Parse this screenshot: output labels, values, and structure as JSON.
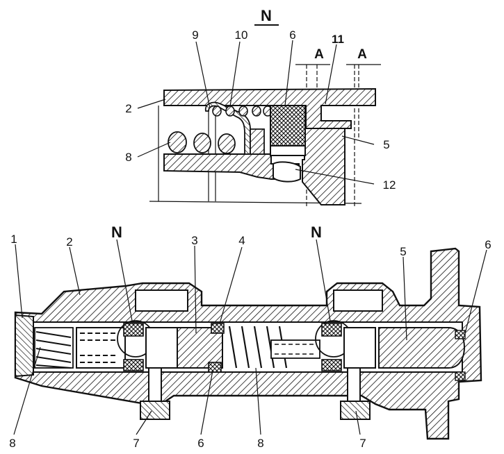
{
  "detail": {
    "title": "N",
    "section_mark_left": "A",
    "section_mark_right": "A",
    "callouts": [
      "2",
      "8",
      "9",
      "10",
      "6",
      "11",
      "5",
      "12"
    ]
  },
  "main": {
    "detail_marks": [
      "N",
      "N"
    ],
    "callouts_top": [
      "1",
      "2",
      "3",
      "4",
      "5",
      "6"
    ],
    "callouts_bottom": [
      "8",
      "7",
      "6",
      "8",
      "7"
    ]
  }
}
